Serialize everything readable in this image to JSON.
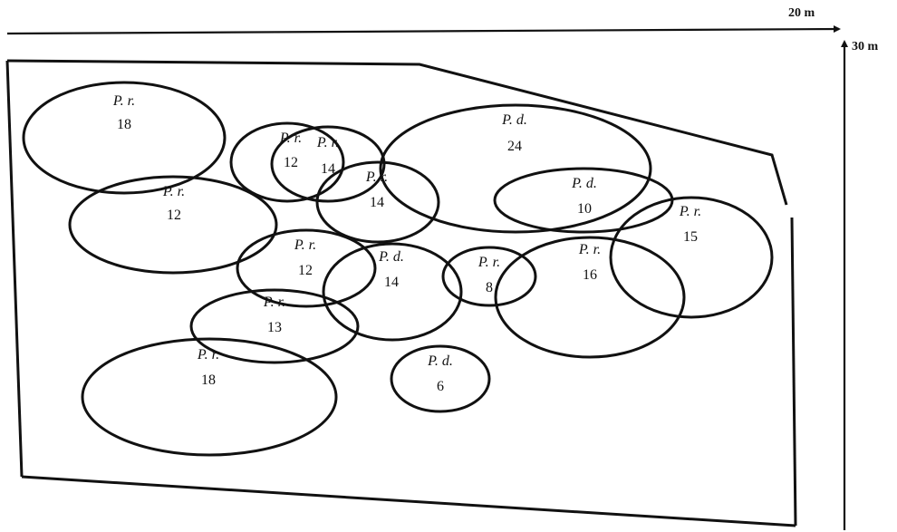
{
  "scale": {
    "width_label": "20 m",
    "length_label": "30 m"
  },
  "trees": [
    {
      "species": "P. r.",
      "height": "18"
    },
    {
      "species": "P. r.",
      "height": "12"
    },
    {
      "species": "P. r.",
      "height": "12"
    },
    {
      "species": "P. r.",
      "height": "14"
    },
    {
      "species": "P. r.",
      "height": "14"
    },
    {
      "species": "P. d.",
      "height": "24"
    },
    {
      "species": "P. d.",
      "height": "10"
    },
    {
      "species": "P. r.",
      "height": "15"
    },
    {
      "species": "P. r.",
      "height": "12"
    },
    {
      "species": "P. d.",
      "height": "14"
    },
    {
      "species": "P. r.",
      "height": "8"
    },
    {
      "species": "P. r.",
      "height": "16"
    },
    {
      "species": "P. r.",
      "height": "13"
    },
    {
      "species": "P. r.",
      "height": "18"
    },
    {
      "species": "P. d.",
      "height": "6"
    }
  ]
}
